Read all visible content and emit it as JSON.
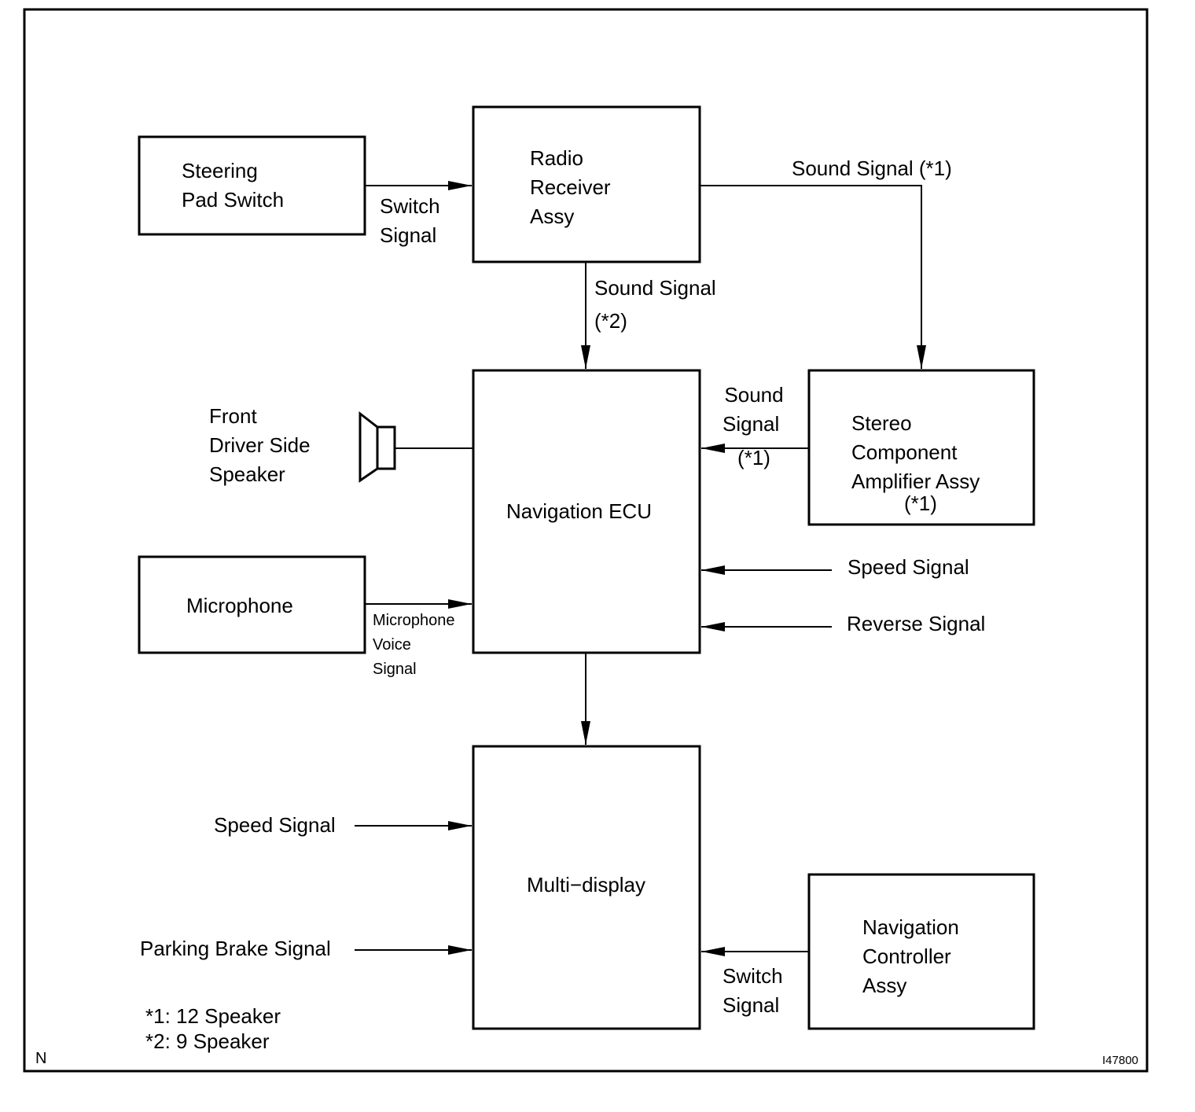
{
  "blocks": {
    "steering_pad_switch": [
      "Steering",
      "Pad Switch"
    ],
    "radio_receiver": [
      "Radio",
      "Receiver",
      "Assy"
    ],
    "navigation_ecu": [
      "Navigation ECU"
    ],
    "stereo_amplifier": [
      "Stereo",
      "Component",
      "Amplifier Assy"
    ],
    "stereo_amplifier_note": "(*1)",
    "microphone": [
      "Microphone"
    ],
    "multi_display": [
      "Multi−display"
    ],
    "navigation_controller": [
      "Navigation",
      "Controller",
      "Assy"
    ],
    "front_speaker": [
      "Front",
      "Driver Side",
      "Speaker"
    ]
  },
  "signals": {
    "switch_signal_steering": [
      "Switch",
      "Signal"
    ],
    "sound_signal_radio_to_amp": "Sound Signal (*1)",
    "sound_signal_radio_to_ecu": [
      "Sound Signal",
      "(*2)"
    ],
    "sound_signal_amp_to_ecu": [
      "Sound",
      "Signal",
      "(*1)"
    ],
    "speed_signal_ecu": "Speed Signal",
    "reverse_signal": "Reverse Signal",
    "microphone_voice_signal": [
      "Microphone",
      "Voice",
      "Signal"
    ],
    "speed_signal_display": "Speed Signal",
    "parking_brake_signal": "Parking Brake Signal",
    "switch_signal_controller": [
      "Switch",
      "Signal"
    ]
  },
  "footnotes": [
    "*1: 12 Speaker",
    "*2: 9 Speaker"
  ],
  "corner_mark": "N",
  "figure_id": "I47800"
}
